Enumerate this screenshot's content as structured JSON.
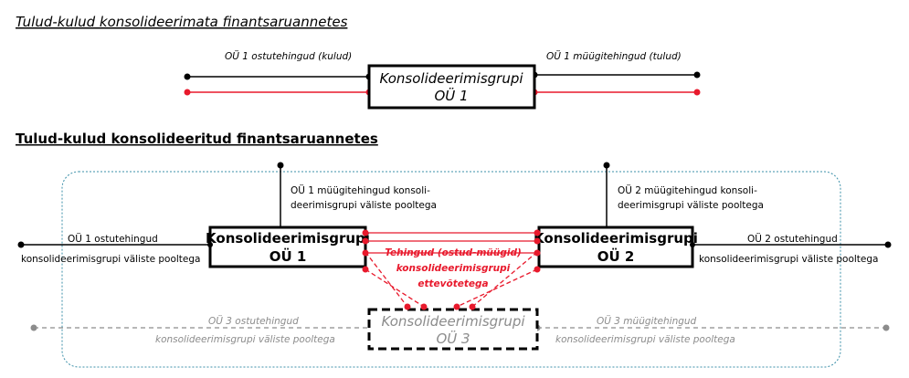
{
  "title_unconsolidated": "Tulud-kulud konsolideerimata finantsaruannetes",
  "title_consolidated": "Tulud-kulud konsolideeritud finantsaruannetes",
  "top": {
    "left_label": "OÜ 1 ostutehingud (kulud)",
    "right_label": "OÜ 1 müügitehingud (tulud)",
    "box_line1": "Konsolideerimisgrupi",
    "box_line2": "OÜ 1"
  },
  "bottom": {
    "ou1_box_line1": "Konsolideerimisgrupi",
    "ou1_box_line2": "OÜ 1",
    "ou2_box_line1": "Konsolideerimisgrupi",
    "ou2_box_line2": "OÜ 2",
    "ou3_box_line1": "Konsolideerimisgrupi",
    "ou3_box_line2": "OÜ 3",
    "ou1_sales_line1": "OÜ 1 müügitehingud konsoli-",
    "ou1_sales_line2": "deerimisgrupi väliste pooltega",
    "ou2_sales_line1": "OÜ 2 müügitehingud konsoli-",
    "ou2_sales_line2": "deerimisgrupi väliste pooltega",
    "ou1_purch_line1": "OÜ 1 ostutehingud",
    "ou1_purch_line2": "konsolideerimisgrupi väliste pooltega",
    "ou2_purch_line1": "OÜ 2 ostutehingud",
    "ou2_purch_line2": "konsolideerimisgrupi väliste pooltega",
    "ou3_purch_line1": "OÜ 3 ostutehingud",
    "ou3_purch_line2": "konsolideerimisgrupi väliste pooltega",
    "ou3_sales_line1": "OÜ 3 müügitehingud",
    "ou3_sales_line2": "konsolideerimisgrupi väliste pooltega",
    "intra_line1": "Tehingud (ostud-müügid)",
    "intra_line2": "konsolideerimisgrupi",
    "intra_line3": "ettevõtetega"
  },
  "colors": {
    "black": "#000000",
    "red": "#e8192c",
    "grey": "#8c8c8c",
    "dotted_border": "#3b8fa8"
  }
}
